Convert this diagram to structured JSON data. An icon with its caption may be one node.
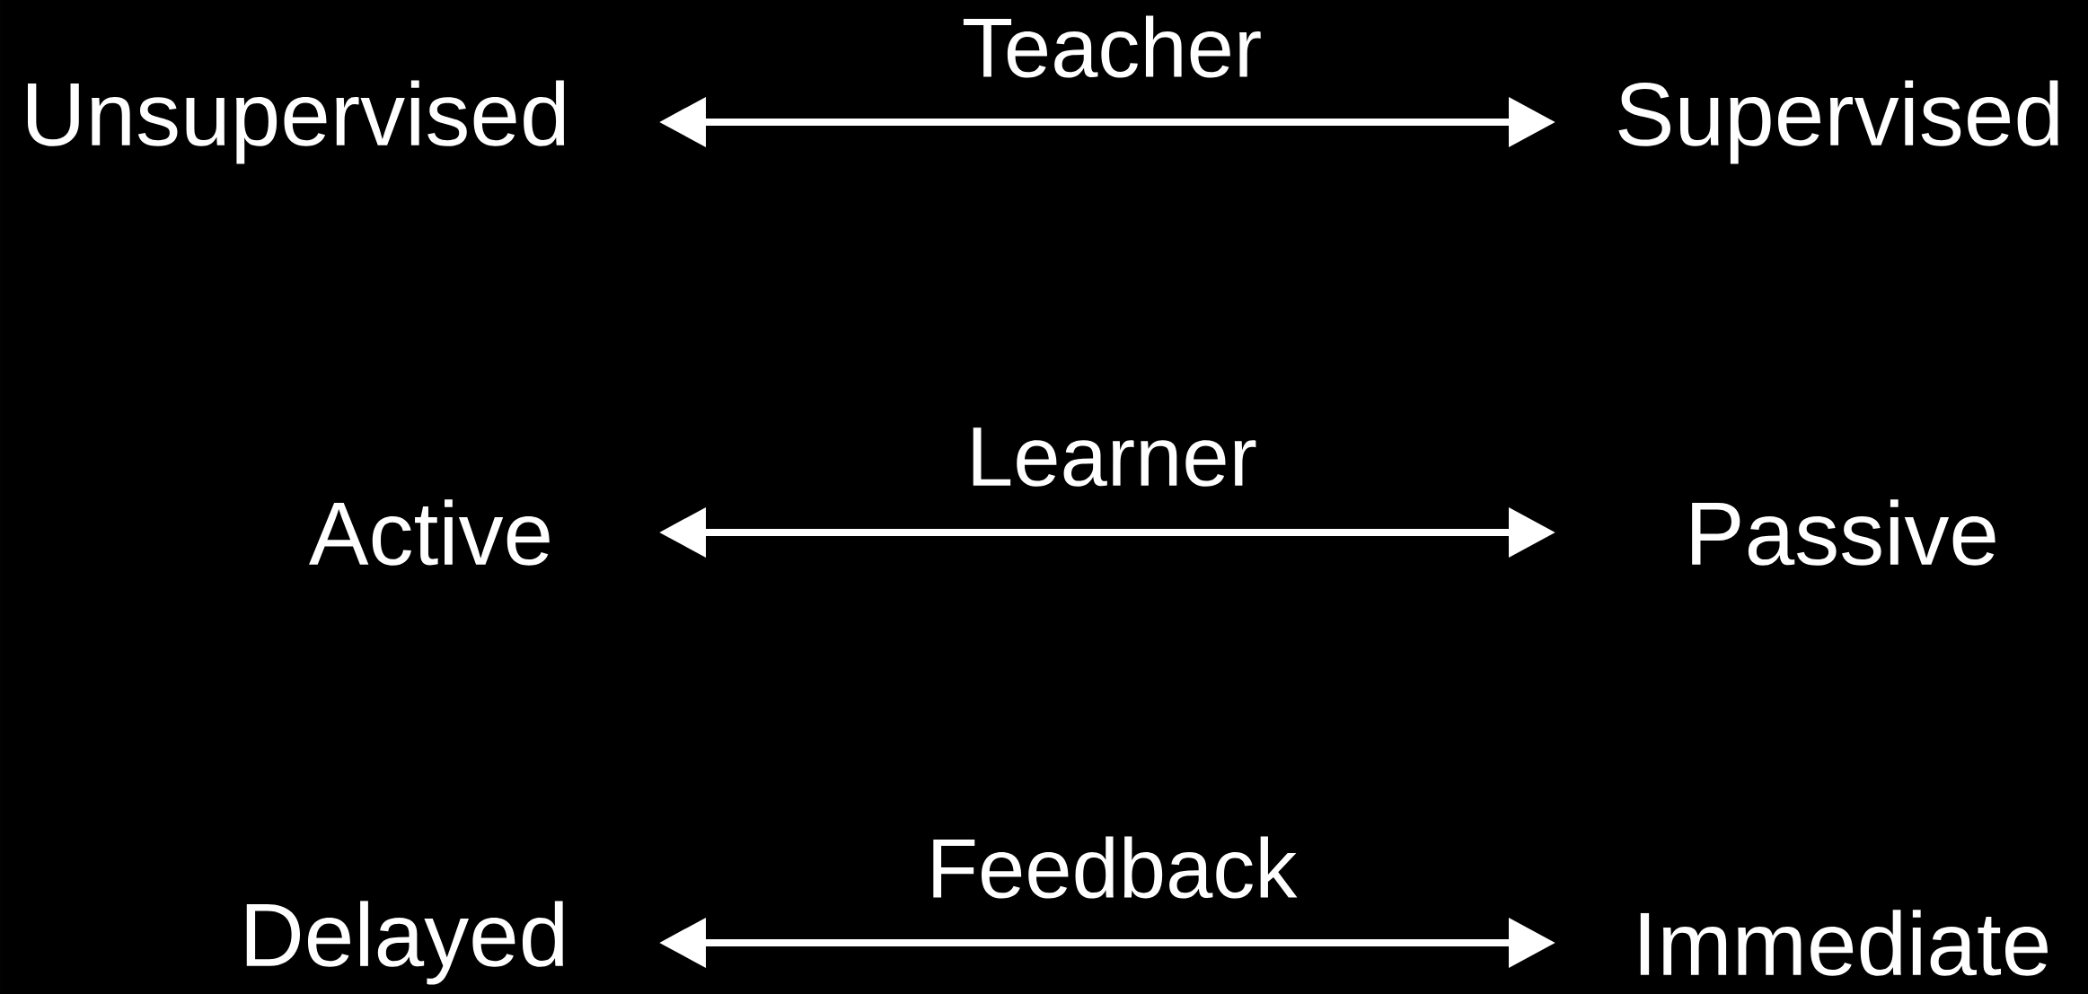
{
  "diagram": {
    "nodes": [
      {
        "text": [
          "Unsupervised"
        ]
      },
      {
        "text": [
          "Supervised"
        ]
      },
      {
        "text": [
          "Active"
        ]
      },
      {
        "text": [
          "Passive"
        ]
      },
      {
        "text": [
          "Delayed"
        ]
      },
      {
        "text": [
          "Immediate"
        ]
      }
    ],
    "edges": [
      {
        "from": 0,
        "to": 1,
        "arrow": "both",
        "label": "Teacher"
      },
      {
        "from": 2,
        "to": 3,
        "arrow": "both",
        "label": "Learner"
      },
      {
        "from": 4,
        "to": 5,
        "arrow": "both",
        "label": "Feedback"
      }
    ]
  }
}
